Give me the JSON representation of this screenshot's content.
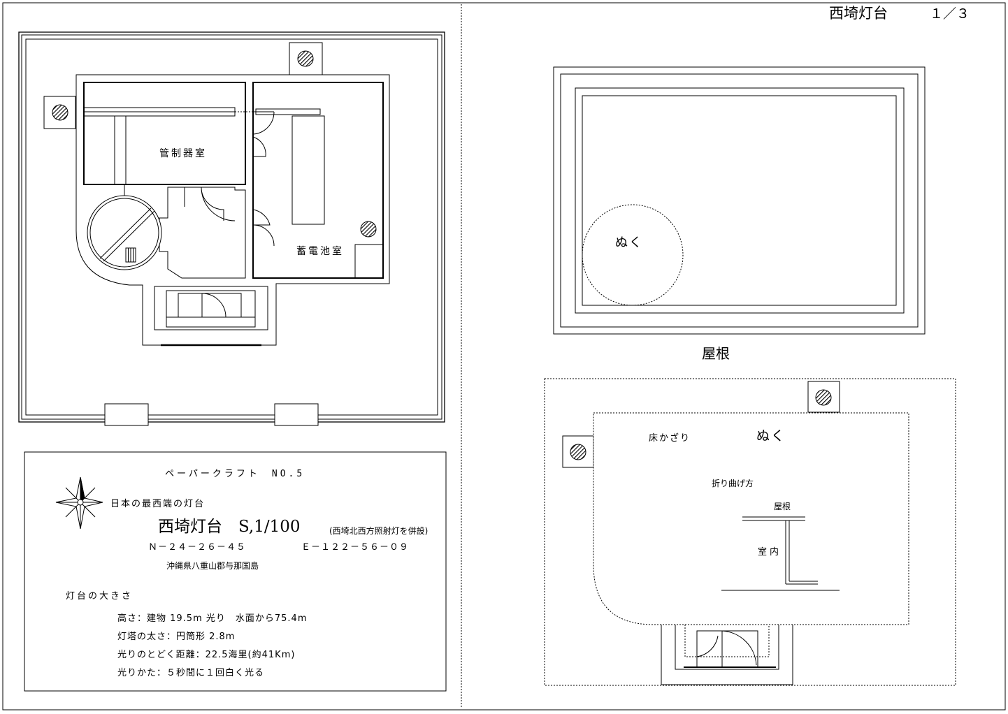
{
  "header": {
    "title": "西埼灯台",
    "page": "１／３"
  },
  "floor_plan": {
    "room_control": "管制器室",
    "room_battery": "蓄電池室"
  },
  "info": {
    "series": "ペーパークラフト　NO.5",
    "tagline": "日本の最西端の灯台",
    "name": "西埼灯台　S,1/100",
    "name_note": "(西埼北西方照射灯を併設)",
    "north": "Ｎ－２４－２６－４５",
    "east": "Ｅ－１２２－５６－０９",
    "address": "沖縄県八重山郡与那国島",
    "size_heading": "灯台の大きさ",
    "rows": [
      "高さ：建物 19.5m 光り　水面から75.4m",
      "灯塔の太さ：円筒形 2.8m",
      "光りのとどく距離：22.5海里(約41Km)",
      "光りかた：５秒間に１回白く光る"
    ]
  },
  "roof": {
    "cutout_label": "ぬく",
    "caption": "屋根"
  },
  "floor_piece": {
    "floor_label": "床かざり",
    "cutout_label": "ぬく",
    "fold_heading": "折り曲げ方",
    "fold_roof": "屋根",
    "fold_inside": "室内"
  }
}
